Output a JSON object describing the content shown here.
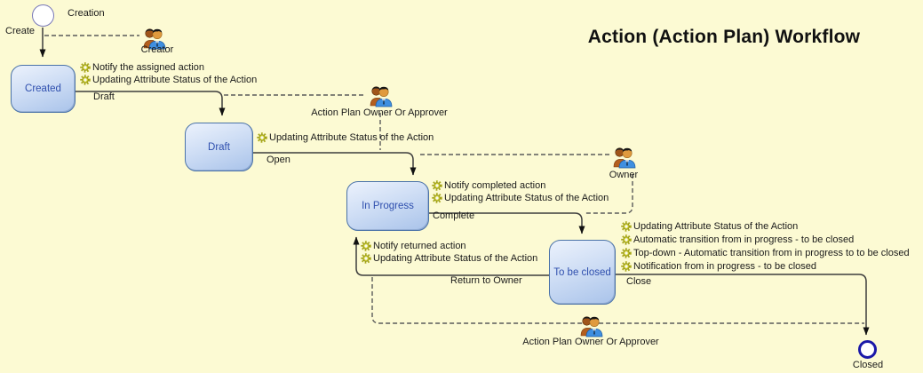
{
  "title": "Action (Action Plan) Workflow",
  "colors": {
    "background": "#FCFAD3",
    "state_border": "#4A72A8",
    "state_fill_light": "#ECF2FC",
    "state_fill_dark": "#A9C3EA",
    "state_text": "#2F4FAE",
    "solid_line": "#3D3D3D",
    "dashed_line": "#5A5A5A",
    "gear": "#A8A818",
    "start_node_border": "#7878B8",
    "end_node_border": "#1A18A8",
    "title_text": "#111111"
  },
  "icons": {
    "action": "gear-icon",
    "role": "people-icon",
    "start_node": "thin-circle-icon",
    "end_node": "thick-circle-icon"
  },
  "nodes": {
    "start": {
      "label": "Creation"
    },
    "end": {
      "label": "Closed"
    },
    "states": {
      "created": {
        "label": "Created"
      },
      "draft": {
        "label": "Draft"
      },
      "in_progress": {
        "label": "In Progress"
      },
      "to_be_closed": {
        "label": "To be closed"
      }
    }
  },
  "roles": {
    "creator": {
      "label": "Creator"
    },
    "owner_approver_top": {
      "label": "Action Plan Owner Or Approver"
    },
    "owner": {
      "label": "Owner"
    },
    "owner_approver_bottom": {
      "label": "Action Plan Owner Or Approver"
    }
  },
  "transitions": {
    "create": {
      "label": "Create"
    },
    "draft": {
      "label": "Draft",
      "actions": [
        "Notify the assigned action",
        "Updating Attribute Status of the Action"
      ]
    },
    "open": {
      "label": "Open",
      "actions": [
        "Updating Attribute Status of the Action"
      ]
    },
    "complete": {
      "label": "Complete",
      "actions": [
        "Notify completed action",
        "Updating Attribute Status of the Action"
      ]
    },
    "return_to_owner": {
      "label": "Return to Owner",
      "actions": [
        "Notify returned action",
        "Updating Attribute Status of the Action"
      ]
    },
    "close": {
      "label": "Close",
      "actions": [
        "Updating Attribute Status of the Action",
        "Automatic transition from in progress - to be closed",
        "Top-down - Automatic transition from in progress to to be closed",
        "Notification from in progress - to be closed"
      ]
    }
  }
}
